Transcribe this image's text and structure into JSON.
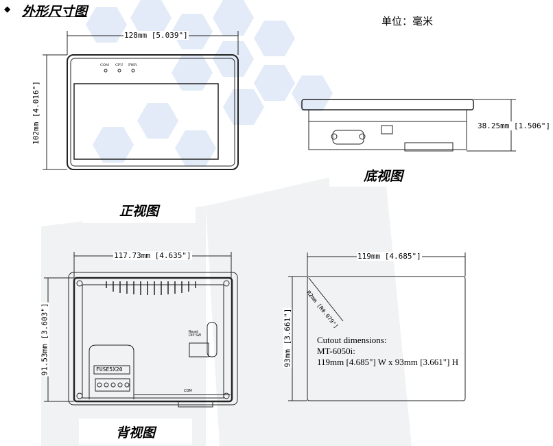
{
  "header": {
    "bullet": "◆",
    "title": "外形尺寸图",
    "unit": "单位：毫米"
  },
  "front_view": {
    "label": "正视图",
    "width_dim": "128mm [5.039\"]",
    "height_dim": "102mm [4.016\"]",
    "leds": [
      "COM",
      "CPU",
      "PWR"
    ]
  },
  "bottom_view": {
    "label": "底视图",
    "depth_dim": "38.25mm [1.506\"]"
  },
  "back_view": {
    "label": "背视图",
    "width_dim": "117.73mm [4.635\"]",
    "height_dim": "91.53mm [3.603\"]",
    "fuse": "FUSE5X20",
    "switch_label": "Reset\nDIP SW",
    "com": "COM"
  },
  "cutout": {
    "width_dim": "119mm [4.685\"]",
    "height_dim": "93mm [3.661\"]",
    "radius": "R2mm [R0.079\"]",
    "note_lines": [
      "Cutout dimensions:",
      "MT-6050i:",
      "119mm [4.685\"] W x 93mm [3.661\"] H"
    ]
  },
  "colors": {
    "hex": "#dde8f6"
  }
}
